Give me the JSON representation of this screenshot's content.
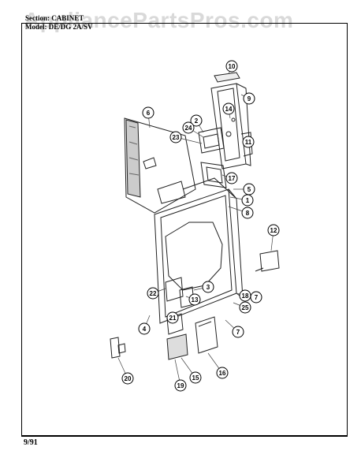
{
  "watermark": "AppliancePartsPros.com",
  "header": {
    "line1": "Section: CABINET",
    "line2": "Model: DE/DG 2A/SV"
  },
  "footer": {
    "date": "9/91"
  },
  "callouts": [
    {
      "id": "c10",
      "label": "10"
    },
    {
      "id": "c9",
      "label": "9"
    },
    {
      "id": "c14",
      "label": "14"
    },
    {
      "id": "c6",
      "label": "6"
    },
    {
      "id": "c2",
      "label": "2"
    },
    {
      "id": "c24",
      "label": "24"
    },
    {
      "id": "c23",
      "label": "23"
    },
    {
      "id": "c11",
      "label": "11"
    },
    {
      "id": "c17",
      "label": "17"
    },
    {
      "id": "c5",
      "label": "5"
    },
    {
      "id": "c1",
      "label": "1"
    },
    {
      "id": "c8",
      "label": "8"
    },
    {
      "id": "c12",
      "label": "12"
    },
    {
      "id": "c3",
      "label": "3"
    },
    {
      "id": "c22",
      "label": "22"
    },
    {
      "id": "c13",
      "label": "13"
    },
    {
      "id": "c18",
      "label": "18"
    },
    {
      "id": "c7a",
      "label": "7"
    },
    {
      "id": "c25",
      "label": "25"
    },
    {
      "id": "c4",
      "label": "4"
    },
    {
      "id": "c21",
      "label": "21"
    },
    {
      "id": "c7b",
      "label": "7"
    },
    {
      "id": "c16",
      "label": "16"
    },
    {
      "id": "c20",
      "label": "20"
    },
    {
      "id": "c19",
      "label": "19"
    },
    {
      "id": "c15",
      "label": "15"
    }
  ]
}
